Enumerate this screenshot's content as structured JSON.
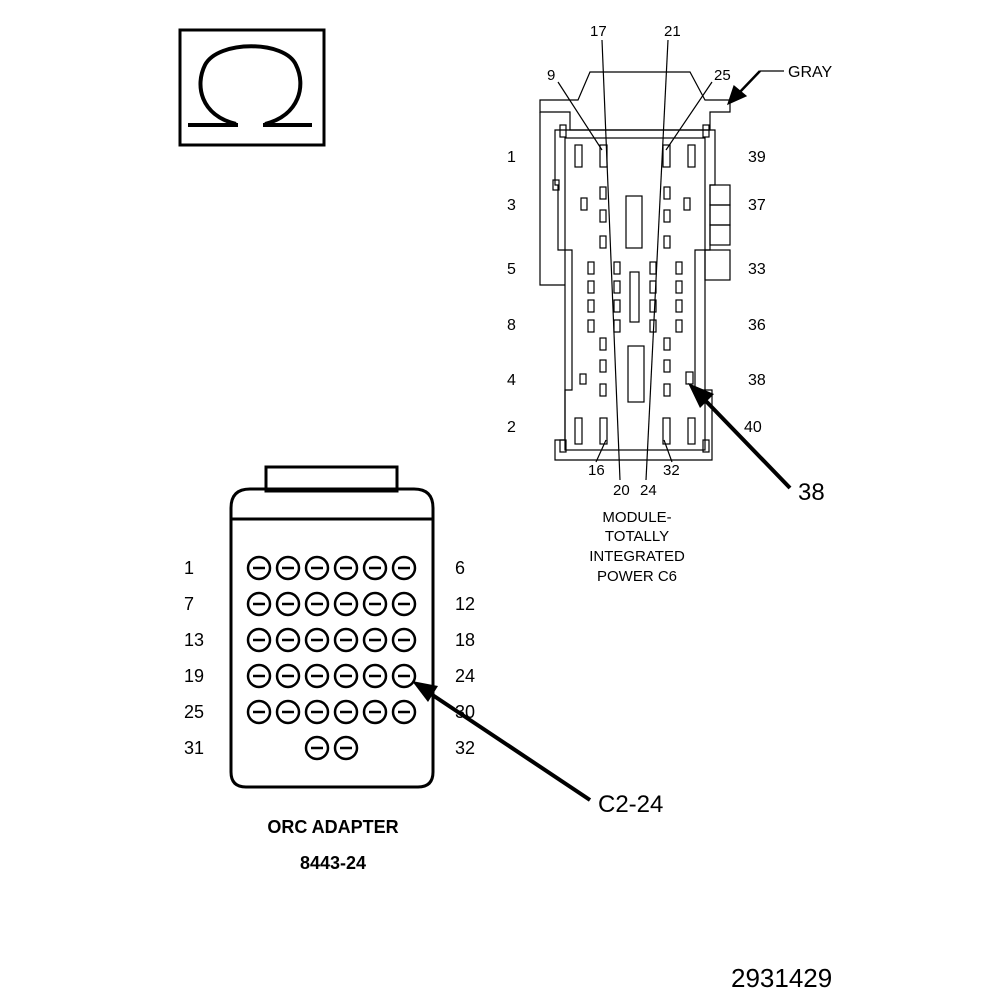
{
  "symbol": {
    "icon": "ohm-icon",
    "glyph": "Ω"
  },
  "module_connector": {
    "color_label": "GRAY",
    "top_labels": [
      "17",
      "21",
      "9",
      "25"
    ],
    "left_labels": [
      "1",
      "3",
      "5",
      "8",
      "4",
      "2"
    ],
    "right_labels": [
      "39",
      "37",
      "33",
      "36",
      "38",
      "40"
    ],
    "bottom_labels": [
      "16",
      "32",
      "20",
      "24"
    ],
    "caption": [
      "MODULE-",
      "TOTALLY",
      "INTEGRATED",
      "POWER C6"
    ],
    "callout": "38"
  },
  "orc_adapter": {
    "left_labels": [
      "1",
      "7",
      "13",
      "19",
      "25",
      "31"
    ],
    "right_labels": [
      "6",
      "12",
      "18",
      "24",
      "30",
      "32"
    ],
    "callout": "C2-24",
    "name": "ORC ADAPTER",
    "part_number": "8443-24"
  },
  "figure_number": "2931429"
}
